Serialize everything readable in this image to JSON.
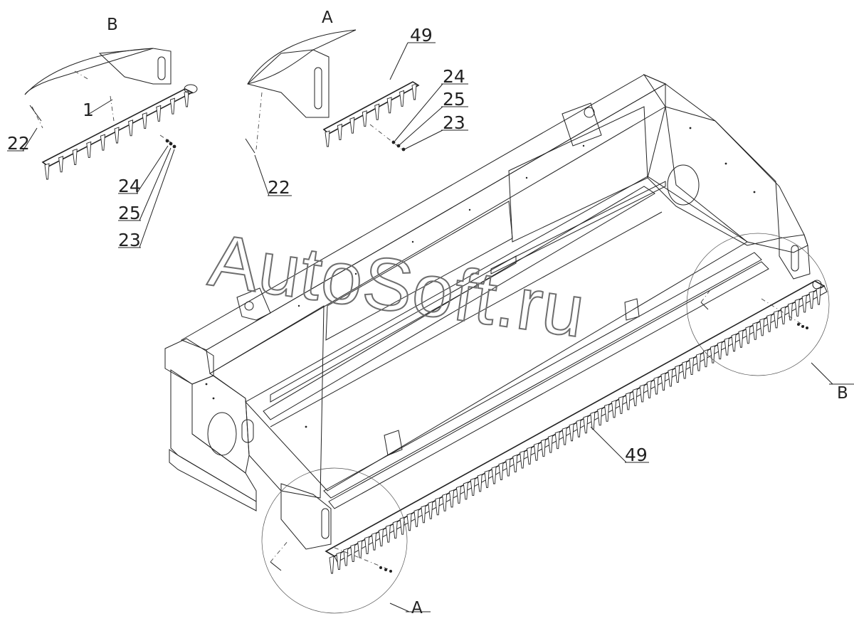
{
  "drawing": {
    "views": {
      "view_b_top": "B",
      "view_a_top": "A",
      "view_b_main": "B",
      "view_a_main": "A"
    },
    "callouts": {
      "b_1": "1",
      "b_22": "22",
      "b_24": "24",
      "b_25": "25",
      "b_23": "23",
      "a_49": "49",
      "a_24": "24",
      "a_25": "25",
      "a_23": "23",
      "a_22": "22",
      "main_49": "49"
    },
    "watermark": "AutoSoft.ru"
  }
}
